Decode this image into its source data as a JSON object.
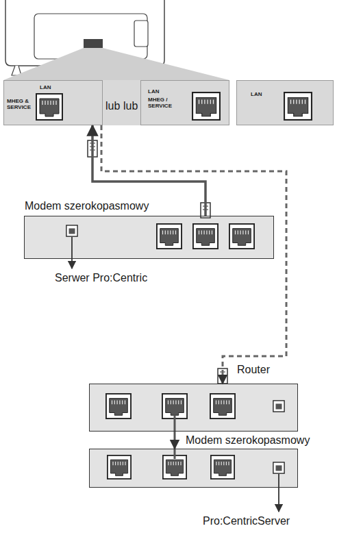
{
  "diagram": {
    "nodes": [
      {
        "text": [
          "LAN",
          "MHEG & SERVICE"
        ]
      },
      {
        "text": [
          "LAN",
          "MHEG / SERVICE"
        ]
      },
      {
        "text": [
          "LAN"
        ]
      },
      {
        "text": [
          "Modem szerokopasmowy"
        ]
      },
      {
        "text": [
          "Router"
        ]
      },
      {
        "text": [
          "Modem szerokopasmowy"
        ]
      }
    ],
    "edges": [
      {
        "from": 3,
        "to": 0,
        "arrow": "to"
      },
      {
        "from": 0,
        "to": 4,
        "arrow": "to"
      },
      {
        "from": 4,
        "to": 5,
        "arrow": "to"
      }
    ],
    "labels": [
      "lub",
      "lub",
      "Serwer Pro:Centric",
      "Pro:CentricServer"
    ]
  }
}
